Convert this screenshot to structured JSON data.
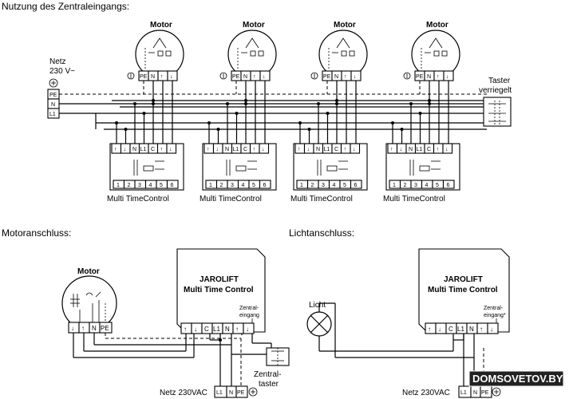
{
  "sections": {
    "top": "Nutzung des Zentraleingangs:",
    "motor": "Motoranschluss:",
    "light": "Lichtanschluss:"
  },
  "top": {
    "motor_label": "Motor",
    "netz_line1": "Netz",
    "netz_line2": "230 V~",
    "netz_pins": [
      "PE",
      "N",
      "L1"
    ],
    "motor_pins": [
      "PE",
      "N",
      "↑",
      "↓"
    ],
    "taster_line1": "Taster",
    "taster_line2": "verriegelt",
    "device_top_pins": [
      "↑",
      "↓",
      "N",
      "L1",
      "C",
      "↑",
      "↓"
    ],
    "device_bottom_pins": [
      "1",
      "2",
      "3",
      "4",
      "5",
      "6"
    ],
    "device_label": "Multi TimeControl"
  },
  "motor_section": {
    "motor_label": "Motor",
    "motor_pins": [
      "↓",
      "↑",
      "N",
      "PE"
    ],
    "brand": "JAROLIFT",
    "product": "Multi Time Control",
    "zentral_line1": "Zentral-",
    "zentral_line2": "eingang",
    "device_pins": [
      "↑",
      "↓",
      "C",
      "L1",
      "N",
      "↑",
      "↓"
    ],
    "netz_label": "Netz 230VAC",
    "netz_pins": [
      "L1",
      "N",
      "PE"
    ],
    "taster_line1": "Zentral-",
    "taster_line2": "taster"
  },
  "light_section": {
    "light_label": "Licht",
    "brand": "JAROLIFT",
    "product": "Multi Time Control",
    "zentral_line1": "Zentral-",
    "zentral_line2": "eingang*",
    "device_pins": [
      "↑",
      "↓",
      "C",
      "L1",
      "N",
      "↑",
      "↓"
    ],
    "netz_label": "Netz 230VAC",
    "netz_pins": [
      "L1",
      "N",
      "PE"
    ]
  },
  "watermark": "DOMSOVETOV.BY"
}
